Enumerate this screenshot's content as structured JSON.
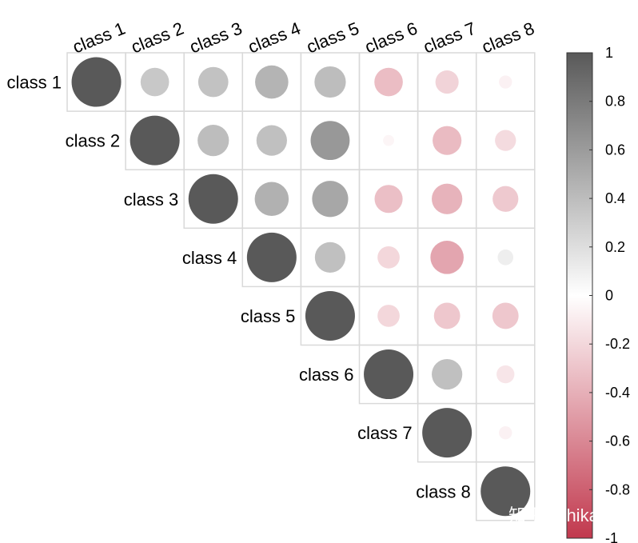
{
  "chart_data": {
    "type": "heatmap",
    "subtype": "correlation-upper-triangle-circles",
    "labels": [
      "class 1",
      "class 2",
      "class 3",
      "class 4",
      "class 5",
      "class 6",
      "class 7",
      "class 8"
    ],
    "matrix": [
      [
        1,
        0.33,
        0.37,
        0.45,
        0.4,
        -0.33,
        -0.22,
        -0.07
      ],
      [
        null,
        1,
        0.4,
        0.38,
        0.62,
        -0.05,
        -0.34,
        -0.18
      ],
      [
        null,
        null,
        1,
        0.47,
        0.53,
        -0.32,
        -0.38,
        -0.27
      ],
      [
        null,
        null,
        null,
        1,
        0.38,
        -0.2,
        -0.45,
        0.1
      ],
      [
        null,
        null,
        null,
        null,
        1,
        -0.2,
        -0.28,
        -0.28
      ],
      [
        null,
        null,
        null,
        null,
        null,
        1,
        0.38,
        -0.13
      ],
      [
        null,
        null,
        null,
        null,
        null,
        null,
        1,
        -0.07
      ],
      [
        null,
        null,
        null,
        null,
        null,
        null,
        null,
        1
      ]
    ],
    "colorbar": {
      "range": [
        -1,
        1
      ],
      "ticks": [
        1,
        0.8,
        0.6,
        0.4,
        0.2,
        0,
        -0.2,
        -0.4,
        -0.6,
        -0.8,
        -1
      ],
      "tick_labels": [
        "1",
        "0.8",
        "0.6",
        "0.4",
        "0.2",
        "0",
        "-0.2",
        "-0.4",
        "-0.6",
        "-0.8",
        "-1"
      ],
      "positive_color": "#595959",
      "neutral_color": "#ffffff",
      "negative_color": "#c1384d"
    },
    "grid": true,
    "grid_color": "#d9d9d9",
    "title": "",
    "legend_placement": "right"
  },
  "watermark": "知乎 @hikari"
}
